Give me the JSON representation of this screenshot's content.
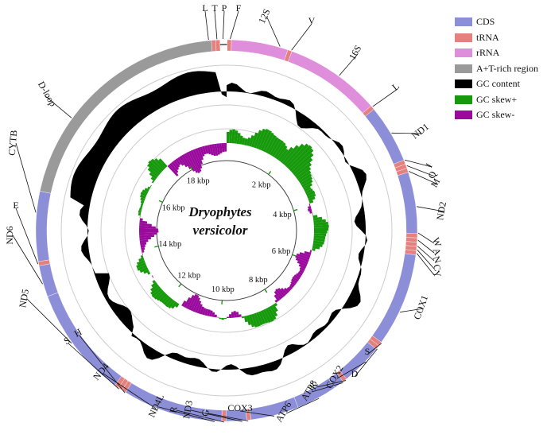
{
  "legend": [
    {
      "label": "CDS",
      "color": "#8c8fd8"
    },
    {
      "label": "tRNA",
      "color": "#e4807e"
    },
    {
      "label": "rRNA",
      "color": "#df8edb"
    },
    {
      "label": "A+T-rich region",
      "color": "#9a9a9a"
    },
    {
      "label": "GC content",
      "color": "#000000"
    },
    {
      "label": "GC skew+",
      "color": "#169a0c"
    },
    {
      "label": "GC skew-",
      "color": "#9a0a9c"
    }
  ],
  "species": {
    "line1": "Dryophytes",
    "line2": "versicolor"
  },
  "kbp_ticks": [
    "2 kbp",
    "4 kbp",
    "6 kbp",
    "8 kbp",
    "10 kbp",
    "12 kbp",
    "14 kbp",
    "16 kbp",
    "18 kbp"
  ],
  "genome_kbp": 19.6,
  "gene_labels": [
    "L",
    "T",
    "P",
    "F",
    "12S",
    "V",
    "16S",
    "L",
    "ND1",
    "I",
    "Q",
    "M",
    "ND2",
    "W",
    "A",
    "N",
    "C",
    "Y",
    "COX1",
    "S",
    "D",
    "COX2",
    "K",
    "ATP8",
    "ATP6",
    "COX3",
    "G",
    "ND3",
    "R",
    "ND4L",
    "ND4",
    "H",
    "S",
    "ND5",
    "ND6",
    "E",
    "CYTB",
    "D-loop"
  ],
  "features": [
    {
      "name": "F",
      "type": "tRNA",
      "start": 0.01,
      "end": 0.08
    },
    {
      "name": "12S",
      "type": "rRNA",
      "start": 0.08,
      "end": 1.02
    },
    {
      "name": "V",
      "type": "tRNA",
      "start": 1.02,
      "end": 1.09
    },
    {
      "name": "16S",
      "type": "rRNA",
      "start": 1.09,
      "end": 2.68
    },
    {
      "name": "L",
      "type": "tRNA",
      "start": 2.68,
      "end": 2.75
    },
    {
      "name": "ND1",
      "type": "CDS",
      "start": 2.75,
      "end": 3.72
    },
    {
      "name": "I",
      "type": "tRNA",
      "start": 3.72,
      "end": 3.79
    },
    {
      "name": "Q",
      "type": "tRNA",
      "start": 3.79,
      "end": 3.86
    },
    {
      "name": "M",
      "type": "tRNA",
      "start": 3.86,
      "end": 3.93
    },
    {
      "name": "ND2",
      "type": "CDS",
      "start": 3.93,
      "end": 4.95
    },
    {
      "name": "W",
      "type": "tRNA",
      "start": 4.95,
      "end": 5.02
    },
    {
      "name": "A",
      "type": "tRNA",
      "start": 5.02,
      "end": 5.09
    },
    {
      "name": "N",
      "type": "tRNA",
      "start": 5.09,
      "end": 5.16
    },
    {
      "name": "C",
      "type": "tRNA",
      "start": 5.16,
      "end": 5.23
    },
    {
      "name": "Y",
      "type": "tRNA",
      "start": 5.23,
      "end": 5.3
    },
    {
      "name": "COX1",
      "type": "CDS",
      "start": 5.3,
      "end": 6.85
    },
    {
      "name": "S",
      "type": "tRNA",
      "start": 6.85,
      "end": 6.92
    },
    {
      "name": "D",
      "type": "tRNA",
      "start": 6.92,
      "end": 6.99
    },
    {
      "name": "COX2",
      "type": "CDS",
      "start": 6.99,
      "end": 7.68
    },
    {
      "name": "K",
      "type": "tRNA",
      "start": 7.68,
      "end": 7.75
    },
    {
      "name": "ATP8",
      "type": "CDS",
      "start": 7.75,
      "end": 7.92
    },
    {
      "name": "ATP6",
      "type": "CDS",
      "start": 7.92,
      "end": 8.6
    },
    {
      "name": "COX3",
      "type": "CDS",
      "start": 8.6,
      "end": 9.4
    },
    {
      "name": "G",
      "type": "tRNA",
      "start": 9.4,
      "end": 9.47
    },
    {
      "name": "ND3",
      "type": "CDS",
      "start": 9.47,
      "end": 9.81
    },
    {
      "name": "R",
      "type": "tRNA",
      "start": 9.81,
      "end": 9.88
    },
    {
      "name": "ND4L",
      "type": "CDS",
      "start": 9.88,
      "end": 10.17
    },
    {
      "name": "ND4",
      "type": "CDS",
      "start": 10.17,
      "end": 11.54
    },
    {
      "name": "H",
      "type": "tRNA",
      "start": 11.54,
      "end": 11.61
    },
    {
      "name": "S",
      "type": "tRNA",
      "start": 11.61,
      "end": 11.68
    },
    {
      "name": "L",
      "type": "tRNA",
      "start": 11.68,
      "end": 11.75
    },
    {
      "name": "ND5",
      "type": "CDS",
      "start": 11.75,
      "end": 13.6
    },
    {
      "name": "ND6",
      "type": "CDS",
      "start": 13.6,
      "end": 14.12
    },
    {
      "name": "E",
      "type": "tRNA",
      "start": 14.12,
      "end": 14.19
    },
    {
      "name": "CYTB",
      "type": "CDS",
      "start": 14.19,
      "end": 15.35
    },
    {
      "name": "D-loop",
      "type": "A+T-rich region",
      "start": 15.35,
      "end": 19.35
    },
    {
      "name": "T",
      "type": "tRNA",
      "start": 19.35,
      "end": 19.42
    },
    {
      "name": "P",
      "type": "tRNA",
      "start": 19.42,
      "end": 19.49
    }
  ]
}
